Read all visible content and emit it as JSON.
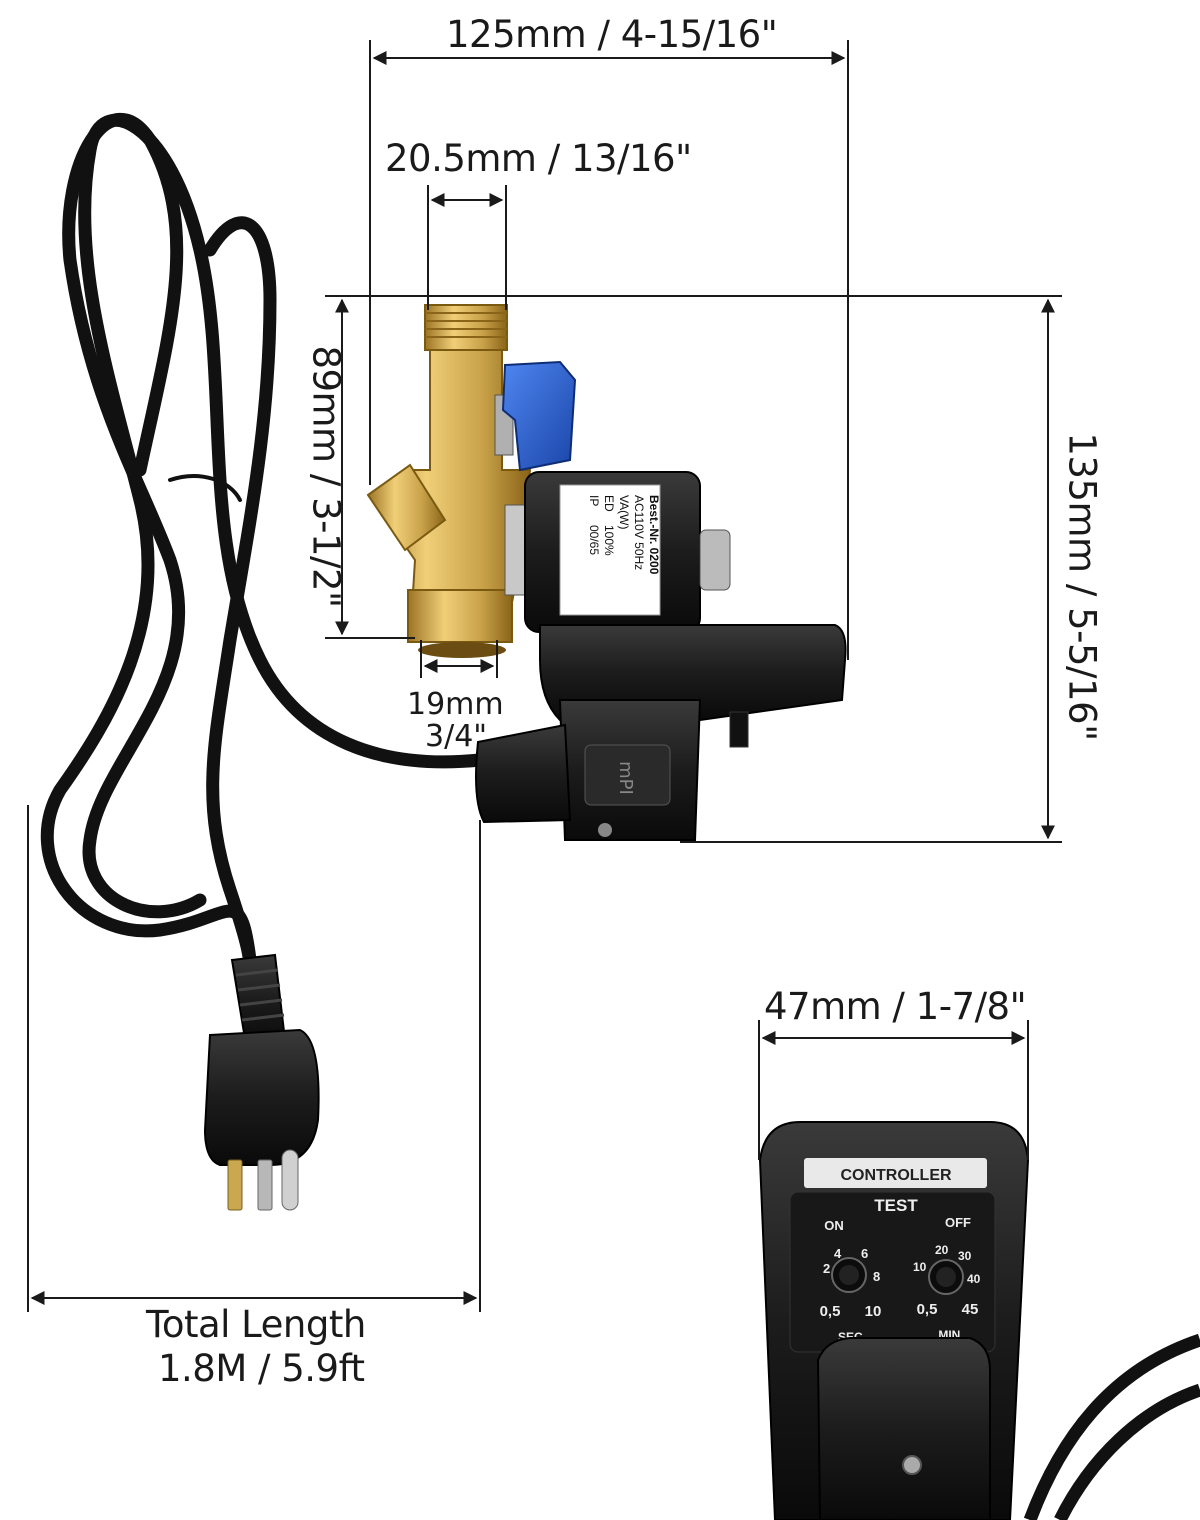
{
  "dimensions": {
    "overall_width": "125mm / 4-15/16\"",
    "inlet_width": "20.5mm / 13/16\"",
    "body_height": "89mm / 3-1/2\"",
    "total_height": "135mm / 5-5/16\"",
    "outlet_size_line1": "19mm",
    "outlet_size_line2": "3/4\"",
    "controller_width": "47mm / 1-7/8\"",
    "cord_length_line1": "Total Length",
    "cord_length_line2": "1.8M / 5.9ft"
  },
  "solenoid_label": {
    "line1": "Best.-Nr. 0200",
    "line2": "AC110V 50Hz",
    "line3_left": "VA(W)",
    "line4_left": "ED",
    "line4_right": "100%",
    "line5_left": "IP",
    "line5_right": "00/65"
  },
  "controller": {
    "header": "CONTROLLER",
    "test_label": "TEST",
    "on_label": "ON",
    "off_label": "OFF",
    "left_dial_ticks": [
      "2",
      "4",
      "6",
      "8"
    ],
    "left_dial_min": "0,5",
    "left_dial_max": "10",
    "left_dial_unit": "SEC.",
    "right_dial_ticks": [
      "10",
      "20",
      "30",
      "40"
    ],
    "right_dial_min": "0,5",
    "right_dial_max": "45",
    "right_dial_unit": "MIN."
  },
  "colors": {
    "brass": "#c9a24a",
    "valve_handle": "#2257c9",
    "housing": "#1c1c1c",
    "cable": "#111111"
  }
}
